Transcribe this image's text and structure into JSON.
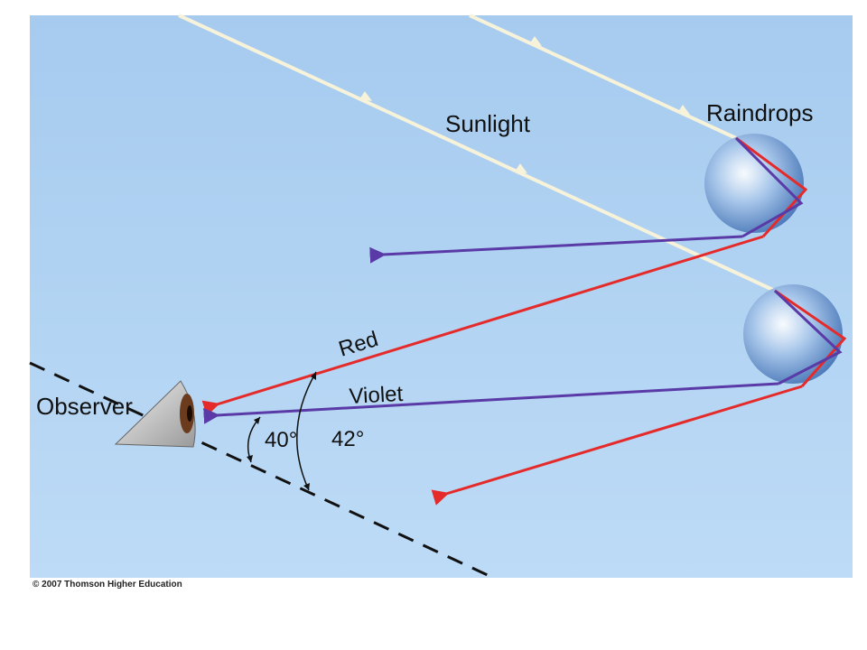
{
  "labels": {
    "sunlight": "Sunlight",
    "raindrops": "Raindrops",
    "red": "Red",
    "violet": "Violet",
    "observer": "Observer",
    "angle_violet": "40°",
    "angle_red": "42°"
  },
  "copyright": "© 2007 Thomson Higher Education",
  "colors": {
    "sky_top": "#a8cdf0",
    "sky_bottom": "#bcdaf6",
    "sunlight": "#f7f2da",
    "red": "#e52a2a",
    "violet": "#5a3aa6",
    "dashed_line": "#111111"
  }
}
